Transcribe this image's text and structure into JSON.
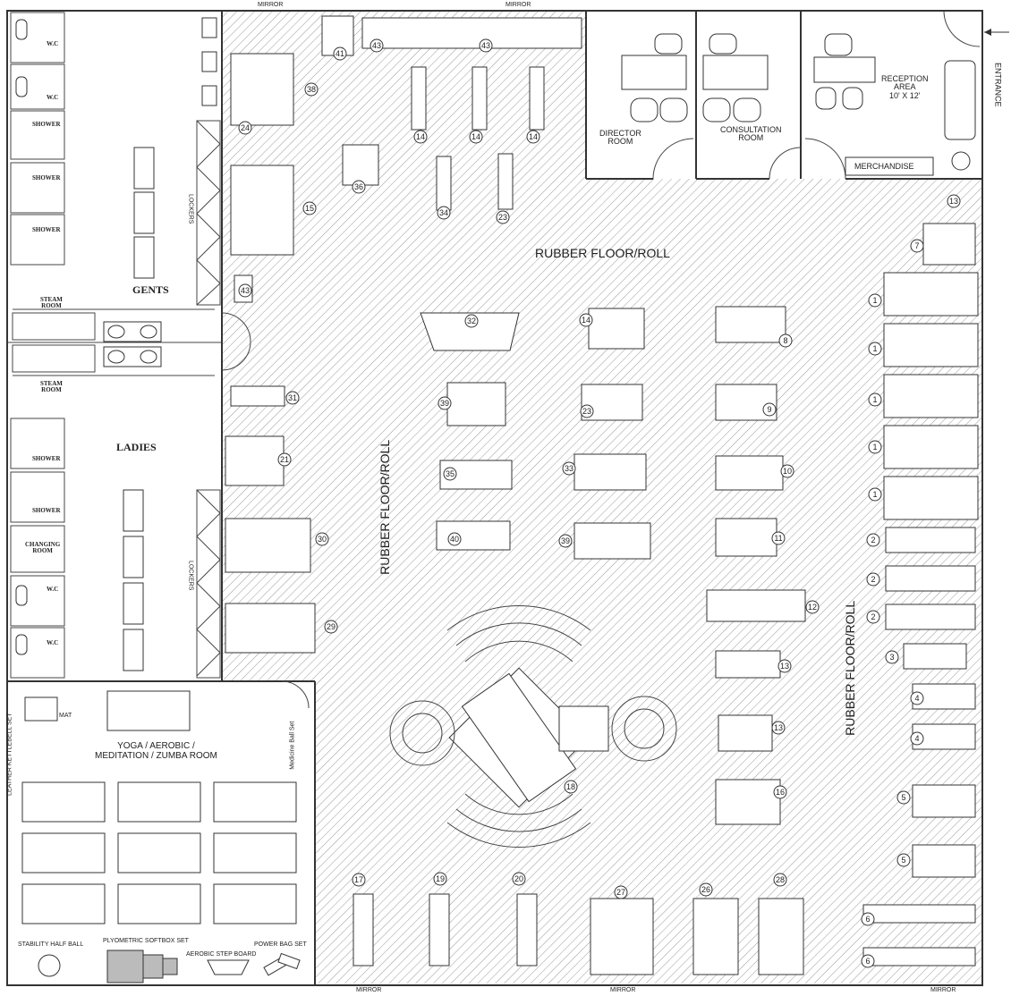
{
  "labels": {
    "mirror": "MIRROR",
    "entrance": "ENTRANCE",
    "director_room": "DIRECTOR\nROOM",
    "consultation_room": "CONSULTATION\nROOM",
    "reception_area": "RECEPTION\nAREA\n10' X 12'",
    "merchandise": "MERCHANDISE",
    "rubber_floor": "RUBBER FLOOR/ROLL",
    "gents": "GENTS",
    "ladies": "LADIES",
    "wc": "W.C",
    "shower": "SHOWER",
    "steam_room": "STEAM\nROOM",
    "changing_room": "CHANGING\nROOM",
    "lockers": "LOCKERS",
    "yoga_room": "YOGA / AEROBIC /\nMEDITATION / ZUMBA ROOM",
    "mat": "MAT",
    "leather_kettlebell_set": "LEATHER KETTLEBELL SET",
    "medicine_ball_set": "Medicine Ball Set",
    "stability_half_ball": "STABILITY HALF BALL",
    "plyometric_softbox_set": "PLYOMETRIC SOFTBOX SET",
    "aerobic_step_board": "AEROBIC STEP BOARD",
    "power_bag_set": "POWER BAG SET"
  },
  "equipment_numbers": [
    "1",
    "2",
    "3",
    "4",
    "5",
    "6",
    "7",
    "8",
    "9",
    "10",
    "11",
    "12",
    "13",
    "14",
    "15",
    "16",
    "17",
    "18",
    "19",
    "20",
    "21",
    "23",
    "24",
    "26",
    "27",
    "28",
    "29",
    "30",
    "31",
    "32",
    "33",
    "34",
    "35",
    "36",
    "38",
    "39",
    "40",
    "41",
    "43"
  ],
  "colors": {
    "wall": "#333333",
    "hatch": "#9a9a9a",
    "background": "#ffffff"
  }
}
